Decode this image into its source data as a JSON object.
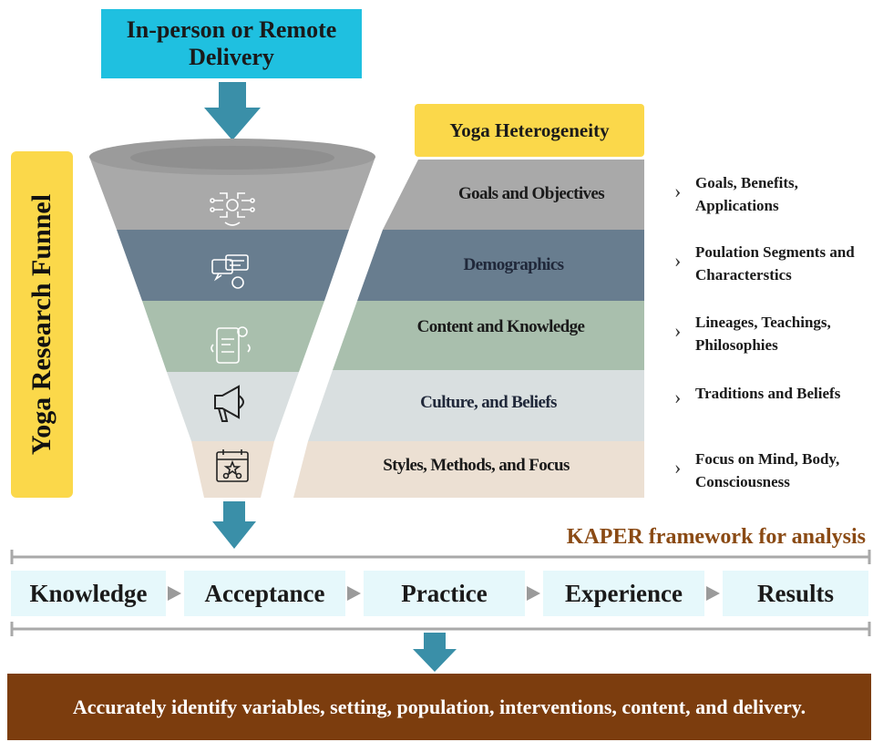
{
  "delivery_box": {
    "label": "In-person or Remote\nDelivery",
    "color": "#1fc0e0"
  },
  "side_banner": {
    "label": "Yoga  Research Funnel",
    "color": "#fbd84a"
  },
  "heterogeneity": {
    "title": "Yoga Heterogeneity",
    "layers": [
      {
        "label": "Goals and Objectives",
        "color": "#a9a9a9",
        "icon": "circuit-hands-icon",
        "note": "Goals, Benefits, Applications"
      },
      {
        "label": "Demographics",
        "color": "#687d8f",
        "icon": "chat-bubbles-icon",
        "note": "Poulation Segments and Characterstics"
      },
      {
        "label": "Content and Knowledge",
        "color": "#a9bfad",
        "icon": "mobile-content-icon",
        "note": "Lineages,  Teachings, Philosophies"
      },
      {
        "label": "Culture, and Beliefs",
        "color": "#d9dfe0",
        "icon": "megaphone-icon",
        "note": "Traditions and Beliefs"
      },
      {
        "label": "Styles, Methods, and Focus",
        "color": "#ece0d3",
        "icon": "group-calendar-icon",
        "note": "Focus on Mind, Body, Consciousness"
      }
    ]
  },
  "kaper": {
    "title": "KAPER framework for analysis",
    "steps": [
      "Knowledge",
      "Acceptance",
      "Practice",
      "Experience",
      "Results"
    ]
  },
  "conclusion": "Accurately identify variables, setting, population, interventions, content, and delivery.",
  "colors": {
    "arrow": "#3a8fa8",
    "kaper_title": "#8a4a14",
    "bottom_bar": "#7c3d0e",
    "step_bg": "#e6f8fb"
  }
}
